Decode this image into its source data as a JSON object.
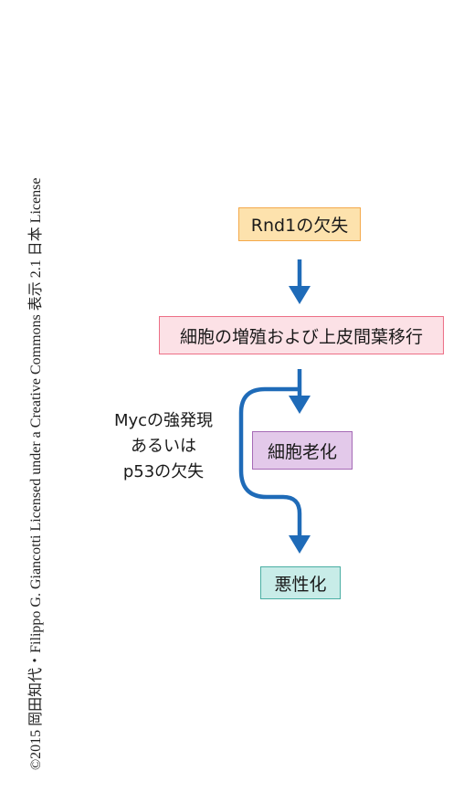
{
  "credit": "©2015 岡田知代・Filippo G. Giancotti Licensed under a Creative Commons 表示 2.1 日本 License",
  "nodes": {
    "rnd1_loss": "Rnd1の欠失",
    "proliferation_emt": "細胞の増殖および上皮間葉移行",
    "senescence": "細胞老化",
    "malignancy": "悪性化"
  },
  "condition_lines": [
    "Mycの強発現",
    "あるいは",
    "p53の欠失"
  ],
  "colors": {
    "arrow": "#1f6bb8",
    "rnd1_fill": "#fde2ad",
    "rnd1_border": "#f4a94a",
    "proliferation_fill": "#fce1e6",
    "proliferation_border": "#ec6f86",
    "senescence_fill": "#e3c9ea",
    "senescence_border": "#a56ab6",
    "malignancy_fill": "#c8ece8",
    "malignancy_border": "#4aaea3"
  }
}
